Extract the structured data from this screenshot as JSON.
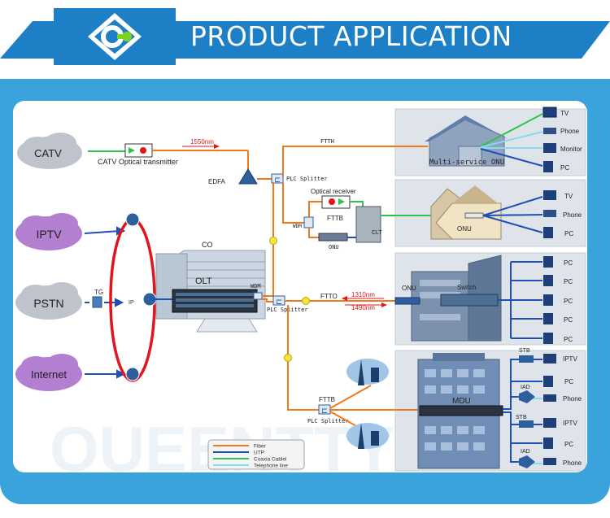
{
  "header": {
    "title": "PRODUCT APPLICATION"
  },
  "watermark": "OUEENTTY",
  "sources": {
    "catv": "CATV",
    "iptv": "IPTV",
    "pstn": "PSTN",
    "internet": "Internet",
    "tg": "TG",
    "ip": "IP"
  },
  "headend": {
    "optical_transmitter": "CATV Optical transmitter",
    "edfa": "EDFA",
    "co": "CO",
    "olt": "OLT",
    "wdm": "WDM"
  },
  "fiber": {
    "wl_1550": "1550nm",
    "wl_1310": "1310nm",
    "wl_1490": "1490nm",
    "ftth": "FTTH",
    "ftto": "FTTO",
    "fttb": "FTTB",
    "fttb2": "FTTB",
    "plc_splitter_1": "PLC Splitter",
    "plc_splitter_2": "PLC Splitter",
    "plc_splitter_3": "PLC Splitter",
    "optical_receiver": "Optical receiver",
    "wdm_small": "WDM",
    "onu_fttb": "ONU",
    "clt": "CLT"
  },
  "buildings": {
    "house": {
      "label": "Multi-service ONU",
      "devices": [
        "TV",
        "Phone",
        "Monitor",
        "PC"
      ]
    },
    "cottage": {
      "label": "ONU",
      "devices": [
        "TV",
        "Phone",
        "PC"
      ]
    },
    "office": {
      "onu": "ONU",
      "switch": "Switch",
      "devices": [
        "PC",
        "PC",
        "PC",
        "PC",
        "PC"
      ]
    },
    "mdu": {
      "label": "MDU",
      "group1": {
        "stb": "STB",
        "iad": "IAD",
        "devices": [
          "IPTV",
          "PC",
          "Phone"
        ]
      },
      "group2": {
        "stb": "STB",
        "iad": "IAD",
        "devices": [
          "IPTV",
          "PC",
          "Phone"
        ]
      }
    }
  },
  "legend": {
    "items": [
      {
        "label": "Fiber",
        "color": "#f07a1a"
      },
      {
        "label": "UTP",
        "color": "#1f4fb8"
      },
      {
        "label": "Coaxia Cablel",
        "color": "#2ec44a"
      },
      {
        "label": "Telephone line",
        "color": "#8ad7f0"
      }
    ]
  },
  "colors": {
    "accent": "#1d7fc6",
    "panel": "#3aa3dc",
    "fiber": "#f07a1a",
    "utp": "#1f4fb8",
    "coax": "#2ec44a",
    "phone_line": "#8ad7f0",
    "ring": "#e0161c",
    "wavelength": "#e0161c"
  }
}
